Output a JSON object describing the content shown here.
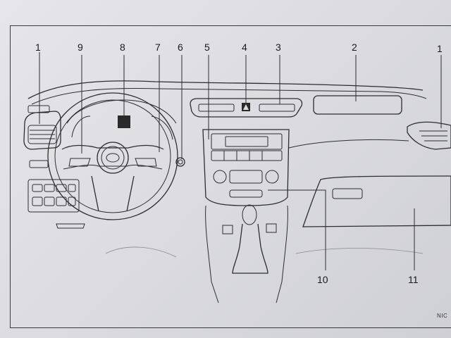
{
  "figure": {
    "code": "NIC",
    "caption": "",
    "callouts": [
      {
        "id": "vent-left",
        "label": "1"
      },
      {
        "id": "vent-right",
        "label": "1"
      },
      {
        "id": "glove-top-display",
        "label": "2"
      },
      {
        "id": "center-vent-right",
        "label": "3"
      },
      {
        "id": "hazard-switch",
        "label": "4"
      },
      {
        "id": "audio-unit",
        "label": "5"
      },
      {
        "id": "ignition-switch",
        "label": "6"
      },
      {
        "id": "steering-switch-right",
        "label": "7"
      },
      {
        "id": "meter-display",
        "label": "8"
      },
      {
        "id": "steering-switch-left",
        "label": "9"
      },
      {
        "id": "climate-control",
        "label": "10"
      },
      {
        "id": "glove-box",
        "label": "11"
      }
    ]
  }
}
